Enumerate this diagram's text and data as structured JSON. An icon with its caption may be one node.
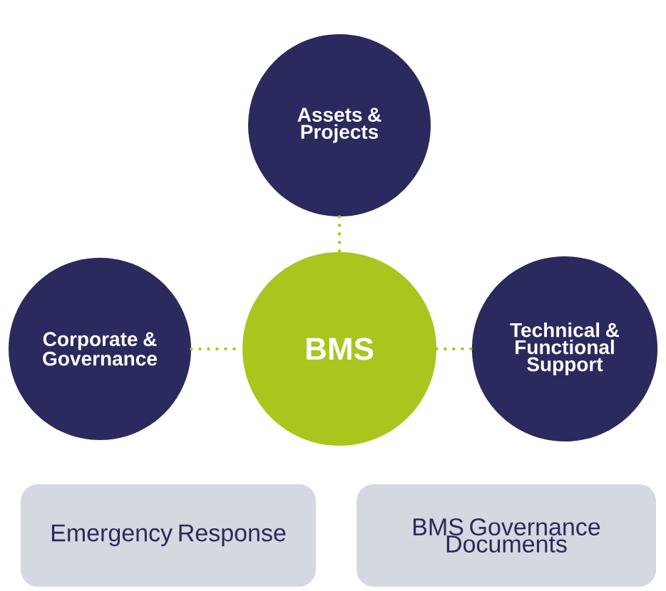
{
  "diagram": {
    "nodes": [
      {
        "text": [
          "Assets & Projects"
        ]
      },
      {
        "text": [
          "Corporate & Governance"
        ]
      },
      {
        "text": [
          "BMS"
        ]
      },
      {
        "text": [
          "Technical & Functional Support"
        ]
      },
      {
        "text": [
          "Emergency Response"
        ]
      },
      {
        "text": [
          "BMS Governance Documents"
        ]
      }
    ],
    "edges": [
      {
        "from": 0,
        "to": 2,
        "arrow": "none",
        "style": "dashed"
      },
      {
        "from": 1,
        "to": 2,
        "arrow": "none",
        "style": "dashed"
      },
      {
        "from": 2,
        "to": 3,
        "arrow": "none",
        "style": "dashed"
      }
    ]
  }
}
